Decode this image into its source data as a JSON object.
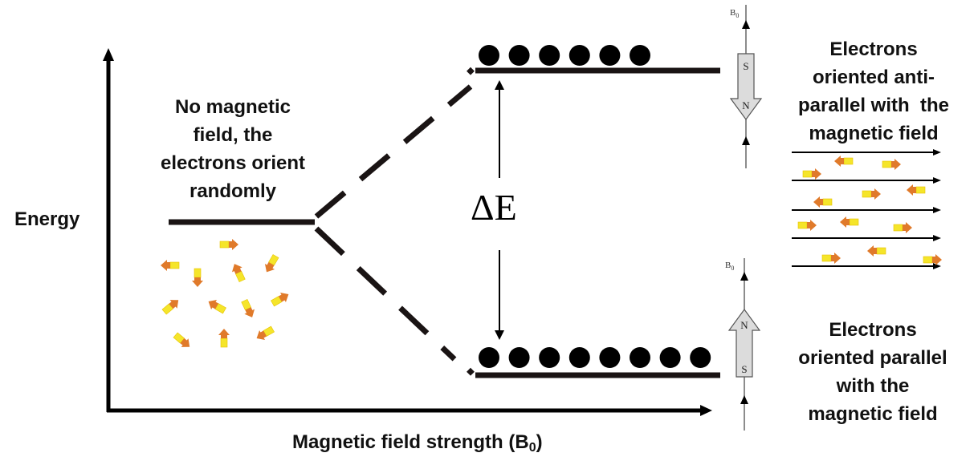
{
  "title": "Electron energy level splitting in a magnetic field",
  "axes": {
    "y_label": "Energy",
    "x_label": "Magnetic field strength (B",
    "x_label_sub": "0",
    "x_label_end": ")"
  },
  "annotations": {
    "no_field": [
      "No magnetic",
      "field, the",
      "electrons orient",
      "randomly"
    ],
    "anti_parallel": [
      "Electrons",
      "oriented anti-",
      "parallel with  the",
      "magnetic field"
    ],
    "parallel": [
      "Electrons",
      "oriented parallel",
      "with the",
      "magnetic field"
    ],
    "delta_e": "ΔE"
  },
  "levels": {
    "upper": {
      "electrons": 6,
      "state": "anti-parallel"
    },
    "lower": {
      "electrons": 8,
      "state": "parallel"
    }
  },
  "magnets": {
    "upper": {
      "field_label": "B",
      "field_sub": "0",
      "top_pole": "S",
      "bottom_pole": "N",
      "direction": "down"
    },
    "lower": {
      "field_label": "B",
      "field_sub": "0",
      "top_pole": "N",
      "bottom_pole": "S",
      "direction": "up"
    }
  },
  "colors": {
    "line": "#1a1414",
    "arrow_head": "#e07a2a",
    "arrow_tail": "#f5e52a",
    "magnet_fill": "#dcdcdc",
    "field_line": "#555555"
  }
}
